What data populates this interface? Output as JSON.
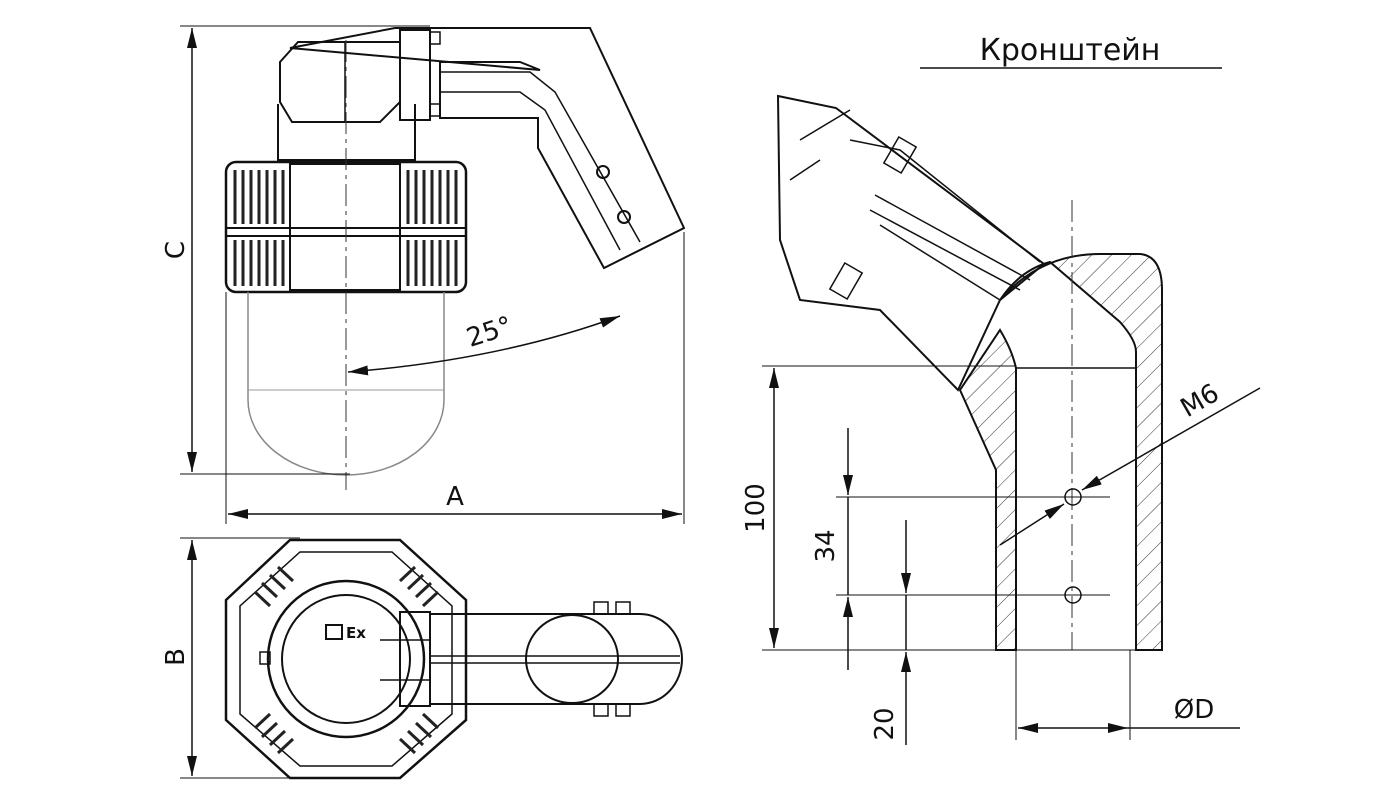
{
  "labels": {
    "bracket_title": "Кронштейн",
    "dim_a": "A",
    "dim_b": "B",
    "dim_c": "C",
    "angle": "25°",
    "dim_100": "100",
    "dim_34": "34",
    "dim_20": "20",
    "thread": "M6",
    "diameter": "ØD",
    "logo_text": "Ex"
  }
}
